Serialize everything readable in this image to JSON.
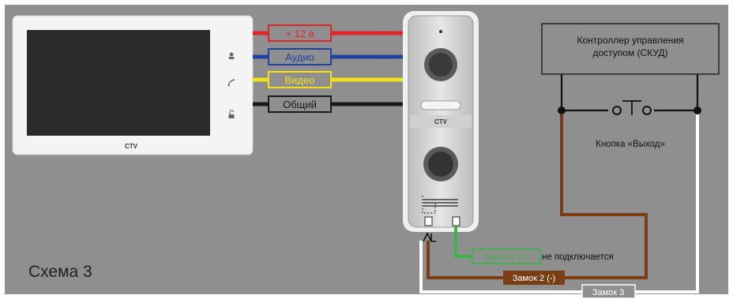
{
  "scheme_title": "Схема 3",
  "controller": {
    "line1": "Контроллер управления",
    "line2": "доступом (СКУД)"
  },
  "exit_button_label": "Кнопка «Выход»",
  "brand": "CTV",
  "wires": [
    {
      "label": "+ 12 в",
      "color": "#e0262a",
      "text_color": "#e0262a"
    },
    {
      "label": "Аудио",
      "color": "#1f43a0",
      "text_color": "#1f43a0"
    },
    {
      "label": "Видео",
      "color": "#f2e11a",
      "text_color": "#f2e11a"
    },
    {
      "label": "Общий",
      "color": "#1b1b1b",
      "text_color": "#1b1b1b"
    }
  ],
  "locks": [
    {
      "label": "Замок 1 (+)",
      "color": "#3bb54a"
    },
    {
      "label": "Замок 2 (-)",
      "color": "#7a3d14"
    },
    {
      "label": "Замок 3",
      "color": "#ffffff"
    }
  ],
  "not_connected_note": "не подключается",
  "colors": {
    "background": "#8f8f8f",
    "frame": "#ffffff",
    "monitor_body": "#f4f4f4",
    "screen": "#2b2b2b",
    "panel_body": "#d9d9d9"
  }
}
